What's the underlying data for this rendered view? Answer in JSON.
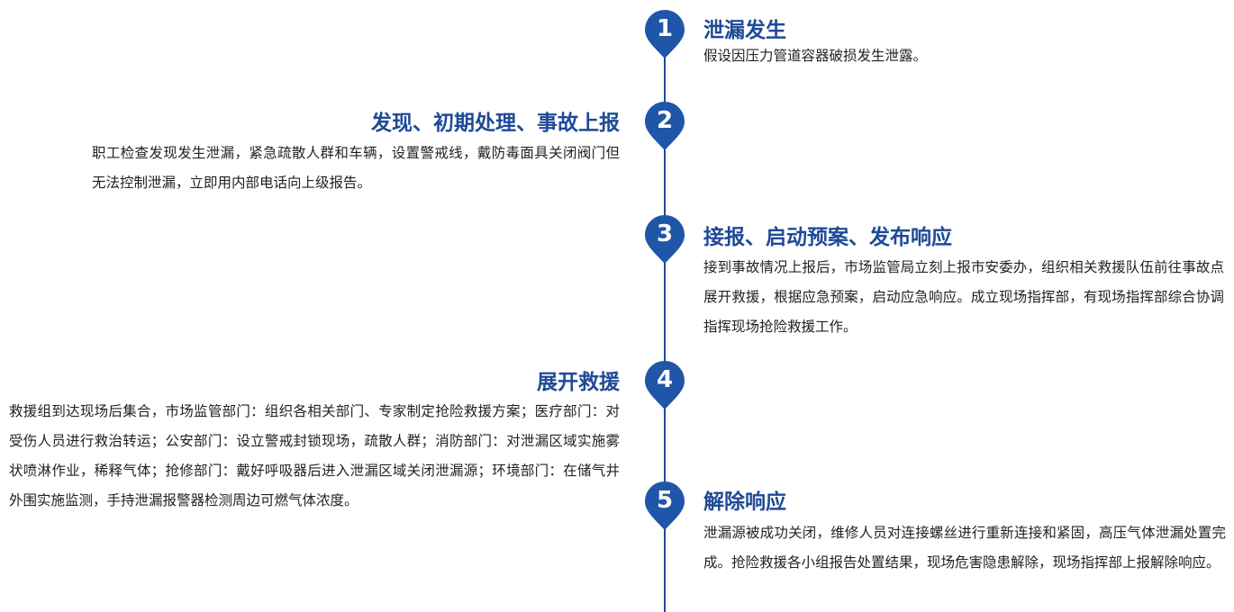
{
  "colors": {
    "accent": "#1f56a8",
    "title": "#1f4a96",
    "text": "#222222",
    "line": "#1f4a96"
  },
  "steps": [
    {
      "number": "1",
      "title": "泄漏发生",
      "description": "假设因压力管道容器破损发生泄露。"
    },
    {
      "number": "2",
      "title": "发现、初期处理、事故上报",
      "description": "职工检查发现发生泄漏，紧急疏散人群和车辆，设置警戒线，戴防毒面具关闭阀门但无法控制泄漏，立即用内部电话向上级报告。"
    },
    {
      "number": "3",
      "title": "接报、启动预案、发布响应",
      "description": "接到事故情况上报后，市场监管局立刻上报市安委办，组织相关救援队伍前往事故点展开救援，根据应急预案，启动应急响应。成立现场指挥部，有现场指挥部综合协调指挥现场抢险救援工作。"
    },
    {
      "number": "4",
      "title": "展开救援",
      "description": "救援组到达现场后集合，市场监管部门：组织各相关部门、专家制定抢险救援方案；医疗部门：对受伤人员进行救治转运；公安部门：设立警戒封锁现场，疏散人群；消防部门：对泄漏区域实施雾状喷淋作业，稀释气体；抢修部门：戴好呼吸器后进入泄漏区域关闭泄漏源；环境部门：在储气井外围实施监测，手持泄漏报警器检测周边可燃气体浓度。"
    },
    {
      "number": "5",
      "title": "解除响应",
      "description": "泄漏源被成功关闭，维修人员对连接螺丝进行重新连接和紧固，高压气体泄漏处置完成。抢险救援各小组报告处置结果，现场危害隐患解除，现场指挥部上报解除响应。"
    }
  ]
}
